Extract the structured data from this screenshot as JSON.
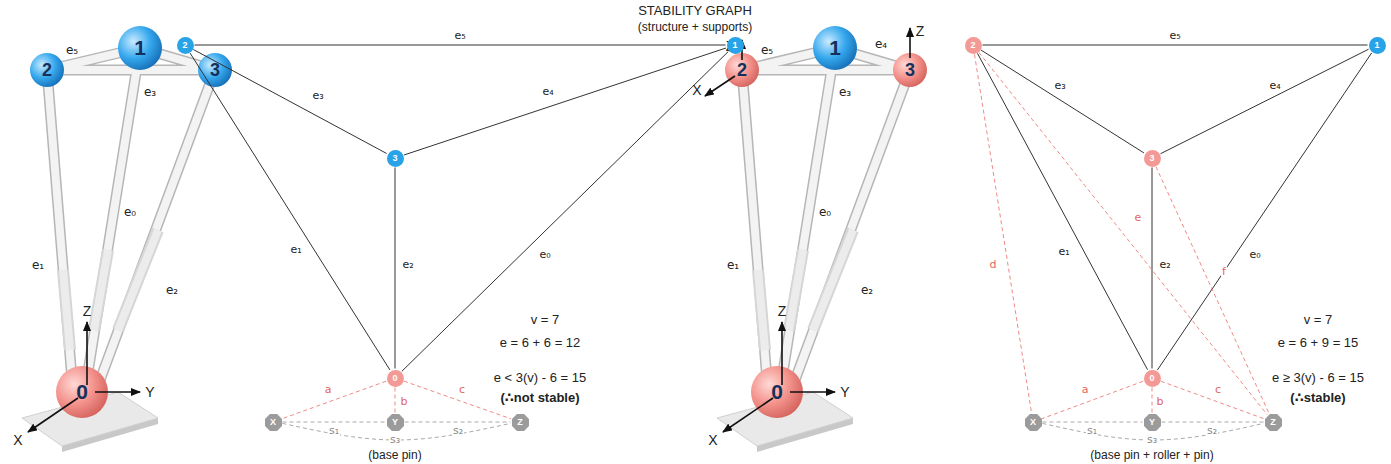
{
  "diagram": {
    "title": "STABILITY GRAPH",
    "nodes": [
      {
        "text": [
          "2"
        ]
      },
      {
        "text": [
          "1"
        ]
      },
      {
        "text": [
          "3"
        ]
      },
      {
        "text": [
          "0"
        ]
      },
      {
        "text": [
          "X"
        ]
      },
      {
        "text": [
          "Y"
        ]
      },
      {
        "text": [
          "Z"
        ]
      },
      {
        "text": [
          "2"
        ]
      },
      {
        "text": [
          "1"
        ]
      },
      {
        "text": [
          "3"
        ]
      },
      {
        "text": [
          "0"
        ]
      },
      {
        "text": [
          "X"
        ]
      },
      {
        "text": [
          "Y"
        ]
      },
      {
        "text": [
          "Z"
        ]
      }
    ],
    "edges": [
      {
        "from": 0,
        "to": 1,
        "arrow": "none",
        "label": "e₅"
      },
      {
        "from": 0,
        "to": 2,
        "arrow": "none",
        "label": "e₃"
      },
      {
        "from": 2,
        "to": 1,
        "arrow": "none",
        "label": "e₄"
      },
      {
        "from": 0,
        "to": 3,
        "arrow": "none",
        "label": "e₁"
      },
      {
        "from": 2,
        "to": 3,
        "arrow": "none",
        "label": "e₂"
      },
      {
        "from": 1,
        "to": 3,
        "arrow": "none",
        "label": "e₀"
      },
      {
        "from": 3,
        "to": 4,
        "arrow": "none",
        "label": "a"
      },
      {
        "from": 3,
        "to": 5,
        "arrow": "none",
        "label": "b"
      },
      {
        "from": 3,
        "to": 6,
        "arrow": "none",
        "label": "c"
      },
      {
        "from": 4,
        "to": 5,
        "arrow": "none",
        "label": "s₁"
      },
      {
        "from": 5,
        "to": 6,
        "arrow": "none",
        "label": "s₂"
      },
      {
        "from": 4,
        "to": 6,
        "arrow": "none",
        "label": "s₃"
      },
      {
        "from": 7,
        "to": 8,
        "arrow": "none",
        "label": "e₅"
      },
      {
        "from": 7,
        "to": 9,
        "arrow": "none",
        "label": "e₃"
      },
      {
        "from": 9,
        "to": 8,
        "arrow": "none",
        "label": "e₄"
      },
      {
        "from": 7,
        "to": 10,
        "arrow": "none",
        "label": "e₁"
      },
      {
        "from": 9,
        "to": 10,
        "arrow": "none",
        "label": "e₂"
      },
      {
        "from": 8,
        "to": 10,
        "arrow": "none",
        "label": "e₀"
      },
      {
        "from": 10,
        "to": 11,
        "arrow": "none",
        "label": "a"
      },
      {
        "from": 10,
        "to": 12,
        "arrow": "none",
        "label": "b"
      },
      {
        "from": 10,
        "to": 13,
        "arrow": "none",
        "label": "c"
      },
      {
        "from": 11,
        "to": 12,
        "arrow": "none",
        "label": "s₁"
      },
      {
        "from": 12,
        "to": 13,
        "arrow": "none",
        "label": "s₂"
      },
      {
        "from": 11,
        "to": 13,
        "arrow": "none",
        "label": "s₃"
      },
      {
        "from": 7,
        "to": 11,
        "arrow": "none",
        "label": "d"
      },
      {
        "from": 7,
        "to": 13,
        "arrow": "none",
        "label": "e"
      },
      {
        "from": 9,
        "to": 13,
        "arrow": "none",
        "label": "f"
      }
    ],
    "labels": [
      "(structure + supports)",
      "1",
      "2",
      "3",
      "0",
      "e₅",
      "e₄",
      "e₃",
      "e₁",
      "e₀",
      "e₂",
      "Z",
      "Y",
      "X",
      "v = 7",
      "e = 6 + 6 = 12",
      "e < 3(v) - 6 = 15",
      "(∴not stable)",
      "(base pin)",
      "Z",
      "X",
      "1",
      "2",
      "3",
      "Z",
      "e₅",
      "e₄",
      "e₃",
      "e₁",
      "e₀",
      "e₂",
      "Z",
      "Y",
      "0",
      "X",
      "v = 7",
      "e = 6 + 9 = 15",
      "e ≥ 3(v) - 6 = 15",
      "(∴stable)",
      "(base pin + roller + pin)"
    ]
  }
}
